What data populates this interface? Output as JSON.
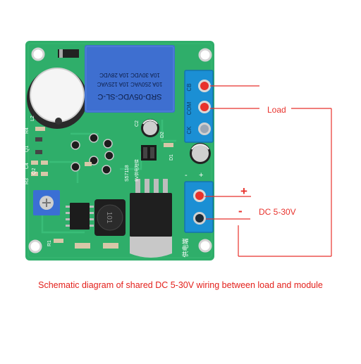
{
  "caption": "Schematic diagram of shared DC 5-30V wiring between load and module",
  "load_label": "Load",
  "dc_label": "DC 5-30V",
  "plus_sign": "+",
  "minus_sign": "-",
  "board": {
    "relay_lines": [
      "SRD-05VDC-SL-C",
      "10A 250VAC 10A 125VAC",
      "10A 30VDC 10A 28VDC"
    ],
    "terminal_top_labels": [
      "CB",
      "COM",
      "CK"
    ],
    "terminal_bottom_label": "供电端",
    "inductor_mark": "101",
    "silk_texts": [
      "L2",
      "R4",
      "Q1",
      "C4",
      "Q2",
      "R3",
      "R1",
      "C2",
      "D2",
      "D1",
      "+",
      "-",
      "S57118",
      "5V供电短接"
    ]
  },
  "colors": {
    "pcb": "#2fae6a",
    "relay": "#3e6fd0",
    "terminal": "#1b8fd4",
    "wire": "#e8322c"
  }
}
